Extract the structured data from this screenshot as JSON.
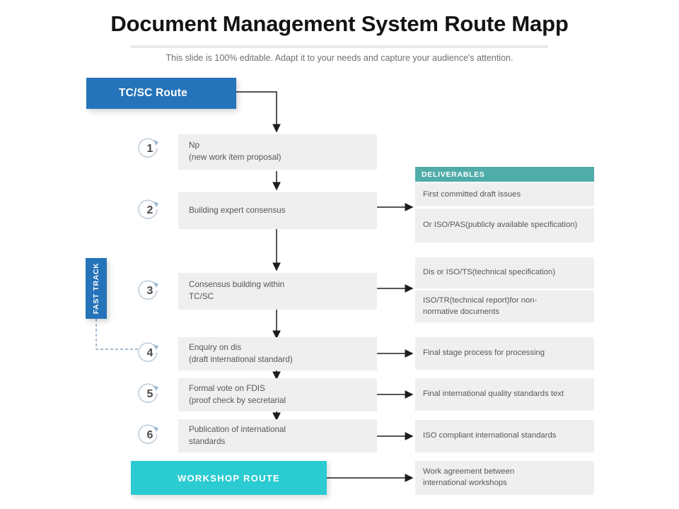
{
  "header": {
    "title": "Document Management System Route Mapp",
    "subtitle": "This slide is 100% editable. Adapt it to your needs and capture your audience's attention."
  },
  "colors": {
    "blue": "#2573B9",
    "teal_bright": "#2BCBD2",
    "teal_muted": "#50ACA9",
    "box_gray": "#efefef",
    "text_gray": "#575757",
    "title_black": "#131313"
  },
  "left_route": {
    "header_label": "TC/SC Route",
    "fast_track_label": "FAST TRACK",
    "workshop_label": "WORKSHOP ROUTE",
    "steps": [
      {
        "number": "1",
        "text": "Np\n(new work item proposal)"
      },
      {
        "number": "2",
        "text": "Building expert consensus"
      },
      {
        "number": "3",
        "text": "Consensus building within\nTC/SC"
      },
      {
        "number": "4",
        "text": "Enquiry on dis\n(draft international standard)"
      },
      {
        "number": "5",
        "text": "Formal vote on FDIS\n(proof check by secretarial"
      },
      {
        "number": "6",
        "text": "Publication of international\nstandards"
      }
    ]
  },
  "deliverables": {
    "header_label": "DELIVERABLES",
    "items": [
      {
        "text": "First committed draft issues"
      },
      {
        "text": "Or ISO/PAS(publicly  available specification)"
      },
      {
        "text": "Dis or ISO/TS(technical  specification)"
      },
      {
        "text": "ISO/TR(technical  report)for non-\nnormative documents"
      },
      {
        "text": "Final stage process for processing"
      },
      {
        "text": "Final international quality standards text"
      },
      {
        "text": "ISO compliant international standards"
      },
      {
        "text": "Work agreement  between\ninternational workshops"
      }
    ]
  }
}
